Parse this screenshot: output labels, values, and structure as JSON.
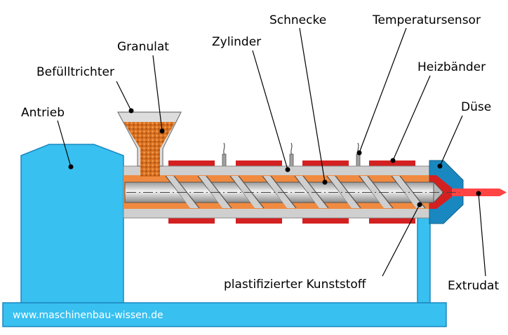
{
  "labels": {
    "antrieb": "Antrieb",
    "befuelltrichter": "Befülltrichter",
    "granulat": "Granulat",
    "zylinder": "Zylinder",
    "schnecke": "Schnecke",
    "temperatursensor": "Temperatursensor",
    "heizbaender": "Heizbänder",
    "duese": "Düse",
    "kunststoff": "plastifizierter Kunststoff",
    "extrudat": "Extrudat"
  },
  "footer": {
    "url": "www.maschinenbau-wissen.de"
  },
  "colors": {
    "blue": "#38c0f0",
    "dark_blue": "#1a88c0",
    "gray": "#cfcfcf",
    "screw_gray": "#d8d8d8",
    "heater_red": "#d42020",
    "melt_orange": "#f08a40",
    "granulate": "#d86a1a",
    "extrudate": "#ff4444"
  }
}
